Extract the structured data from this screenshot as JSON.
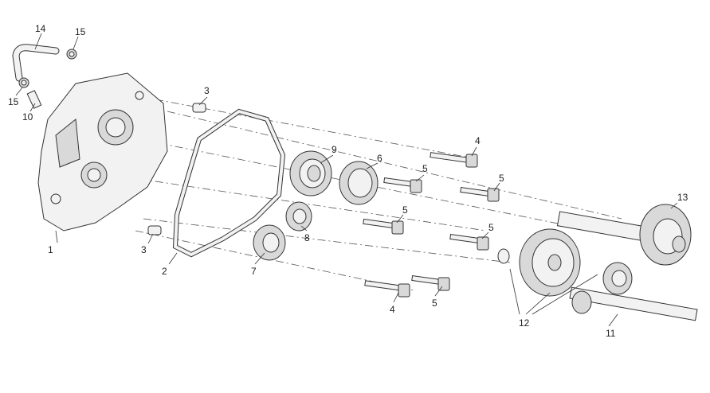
{
  "callouts": [
    {
      "id": "c1",
      "text": "1"
    },
    {
      "id": "c2",
      "text": "2"
    },
    {
      "id": "c3a",
      "text": "3"
    },
    {
      "id": "c3b",
      "text": "3"
    },
    {
      "id": "c4a",
      "text": "4"
    },
    {
      "id": "c4b",
      "text": "4"
    },
    {
      "id": "c5a",
      "text": "5"
    },
    {
      "id": "c5b",
      "text": "5"
    },
    {
      "id": "c5c",
      "text": "5"
    },
    {
      "id": "c5d",
      "text": "5"
    },
    {
      "id": "c5e",
      "text": "5"
    },
    {
      "id": "c6",
      "text": "6"
    },
    {
      "id": "c7",
      "text": "7"
    },
    {
      "id": "c8",
      "text": "8"
    },
    {
      "id": "c9",
      "text": "9"
    },
    {
      "id": "c10",
      "text": "10"
    },
    {
      "id": "c11",
      "text": "11"
    },
    {
      "id": "c12",
      "text": "12"
    },
    {
      "id": "c13",
      "text": "13"
    },
    {
      "id": "c14",
      "text": "14"
    },
    {
      "id": "c15a",
      "text": "15"
    },
    {
      "id": "c15b",
      "text": "15"
    }
  ]
}
